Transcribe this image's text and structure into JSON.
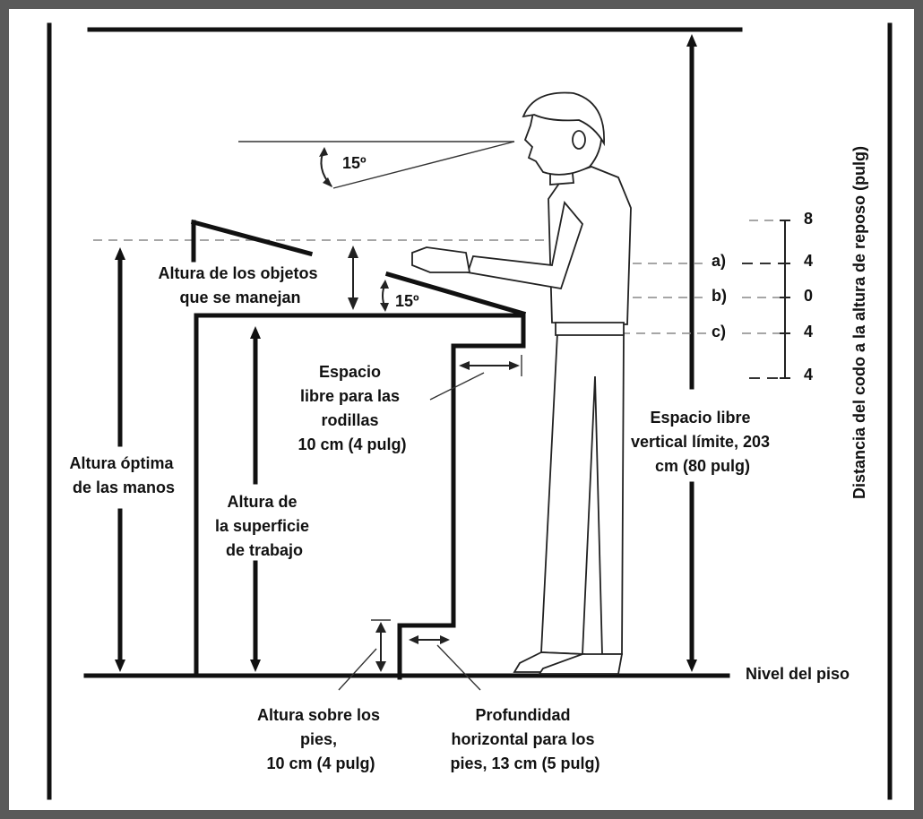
{
  "angles": {
    "head_tilt": "15º",
    "surface_tilt": "15º"
  },
  "labels": {
    "object_height": [
      "Altura de los objetos",
      "que se manejan"
    ],
    "optimal_hand_height": [
      "Altura óptima",
      "de las manos"
    ],
    "work_surface_height": [
      "Altura de",
      "la superficie",
      "de trabajo"
    ],
    "knee_space": [
      "Espacio",
      "libre para las",
      "rodillas",
      "10 cm (4 pulg)"
    ],
    "vertical_clearance": [
      "Espacio libre",
      "vertical límite, 203",
      "cm (80 pulg)"
    ],
    "floor_level": "Nivel del piso",
    "foot_height": [
      "Altura sobre los",
      "pies,",
      "10 cm (4 pulg)"
    ],
    "foot_depth": [
      "Profundidad",
      "horizontal para los",
      "pies, 13 cm (5 pulg)"
    ],
    "elbow_axis": "Distancia del codo a la altura de reposo (pulg)"
  },
  "elbow_scale": {
    "ticks": [
      "8",
      "4",
      "0",
      "4",
      "4"
    ],
    "options": [
      "a)",
      "b)",
      "c)"
    ]
  }
}
